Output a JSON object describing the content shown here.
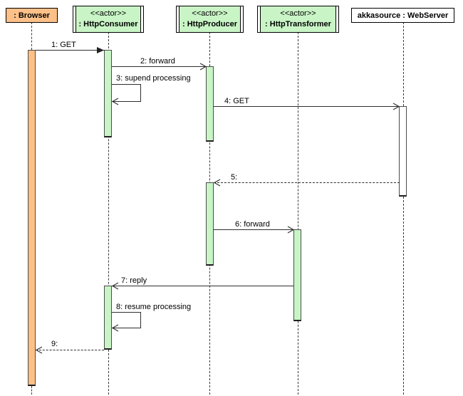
{
  "diagram_type": "uml-sequence-diagram",
  "colors": {
    "background": "#ffffff",
    "actor-green": "#c9f5c6",
    "browser-orange": "#fcc088",
    "line": "#2e2e2e"
  },
  "participants": [
    {
      "name": ": Browser",
      "stereotype": "",
      "style": "orange"
    },
    {
      "name": ": HttpConsumer",
      "stereotype": "<<actor>>",
      "style": "green"
    },
    {
      "name": ": HttpProducer",
      "stereotype": "<<actor>>",
      "style": "green"
    },
    {
      "name": ": HttpTransformer",
      "stereotype": "<<actor>>",
      "style": "green"
    },
    {
      "name": "akkasource : WebServer",
      "stereotype": "",
      "style": "white"
    }
  ],
  "messages": [
    {
      "label": "1: GET",
      "from": ": Browser",
      "to": ": HttpConsumer",
      "type": "sync-call"
    },
    {
      "label": "2: forward",
      "from": ": HttpConsumer",
      "to": ": HttpProducer",
      "type": "call"
    },
    {
      "label": "3: supend processing",
      "from": ": HttpConsumer",
      "to": ": HttpConsumer",
      "type": "self"
    },
    {
      "label": "4: GET",
      "from": ": HttpProducer",
      "to": "akkasource : WebServer",
      "type": "call"
    },
    {
      "label": "5:",
      "from": "akkasource : WebServer",
      "to": ": HttpProducer",
      "type": "reply"
    },
    {
      "label": "6: forward",
      "from": ": HttpProducer",
      "to": ": HttpTransformer",
      "type": "call"
    },
    {
      "label": "7: reply",
      "from": ": HttpTransformer",
      "to": ": HttpConsumer",
      "type": "call"
    },
    {
      "label": "8: resume processing",
      "from": ": HttpConsumer",
      "to": ": HttpConsumer",
      "type": "self"
    },
    {
      "label": "9:",
      "from": ": HttpConsumer",
      "to": ": Browser",
      "type": "reply"
    }
  ]
}
